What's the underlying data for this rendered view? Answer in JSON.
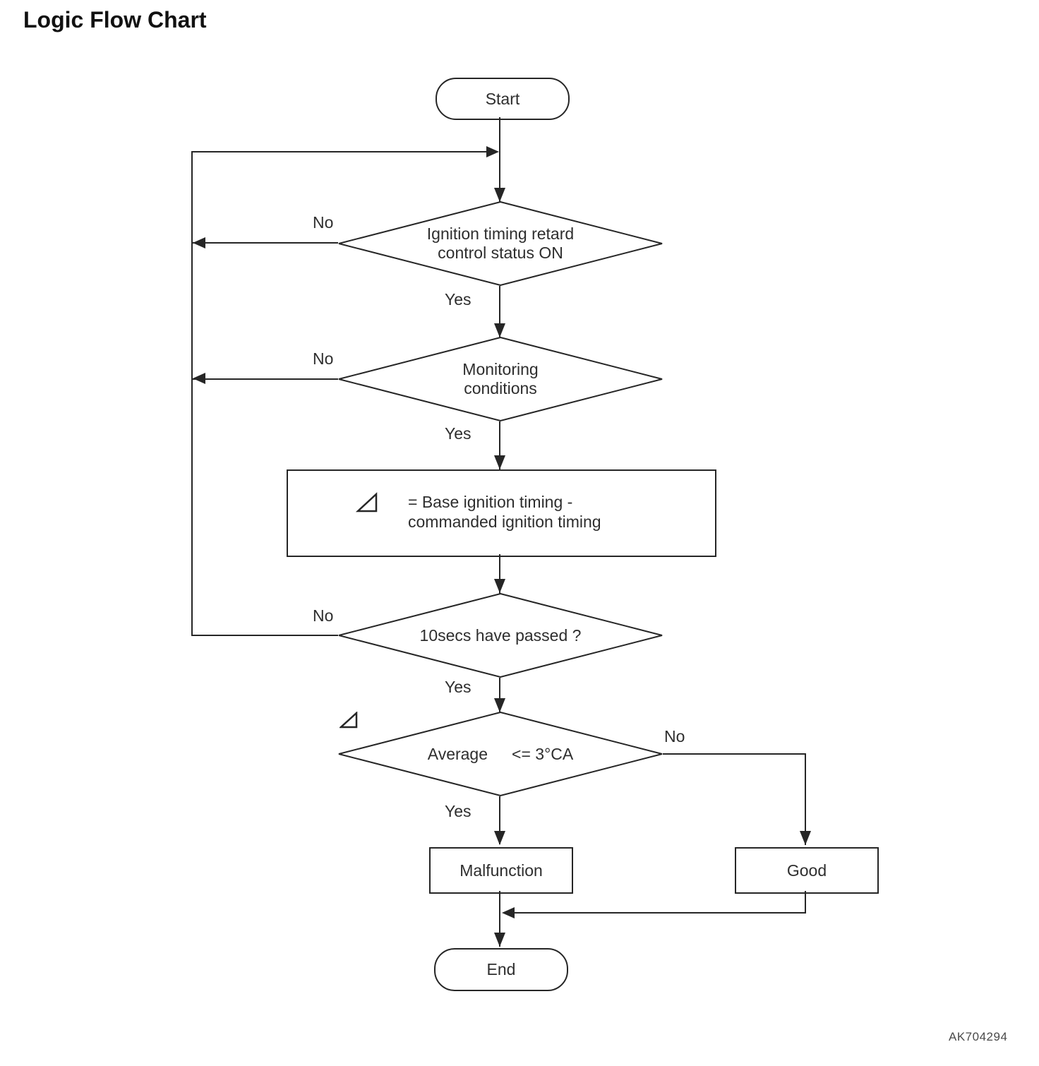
{
  "title": "Logic Flow Chart",
  "figure_code": "AK704294",
  "labels": {
    "yes": "Yes",
    "no": "No"
  },
  "colors": {
    "line": "#262626",
    "text": "#2e2e2e",
    "background": "#ffffff"
  },
  "icons": {
    "delta": "right-triangle-delta-icon"
  },
  "nodes": {
    "start": "Start",
    "decision_ignition": {
      "line1": "Ignition timing retard",
      "line2": "control status ON"
    },
    "decision_monitoring": {
      "line1": "Monitoring",
      "line2": "conditions"
    },
    "process_delta": {
      "line1": "= Base ignition timing -",
      "line2": "commanded ignition timing"
    },
    "decision_10secs": "10secs have passed ?",
    "decision_average": {
      "prefix": "Average",
      "suffix": "<= 3°CA"
    },
    "malfunction": "Malfunction",
    "good": "Good",
    "end": "End"
  }
}
